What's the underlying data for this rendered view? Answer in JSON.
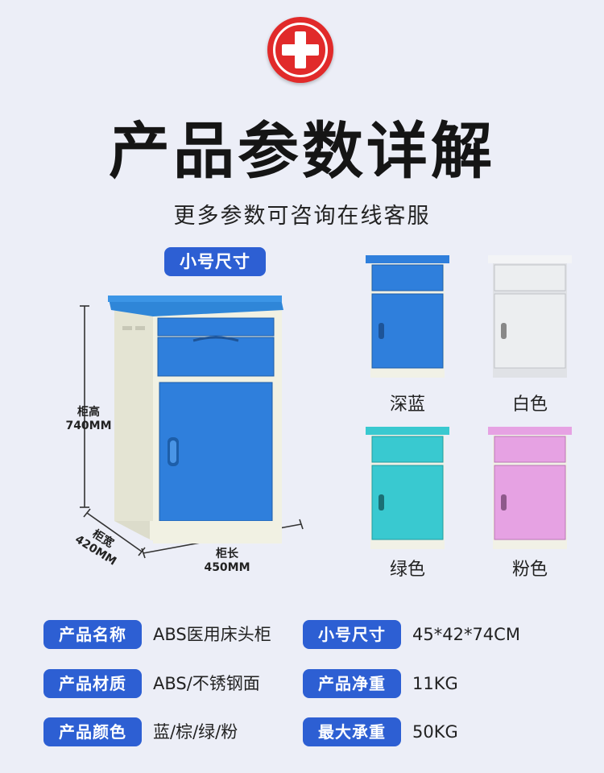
{
  "header": {
    "title": "产品参数详解",
    "subtitle": "更多参数可咨询在线客服",
    "icon": "medical-cross-icon",
    "accent": "#e12a2a"
  },
  "size_label": "小号尺寸",
  "dimensions": {
    "height_label": "柜高",
    "height_value": "740MM",
    "width_label": "柜宽",
    "width_value": "420MM",
    "length_label": "柜长",
    "length_value": "450MM"
  },
  "colors": [
    {
      "label": "深蓝",
      "hex": "#2f7fdc"
    },
    {
      "label": "白色",
      "hex": "#e8eaee"
    },
    {
      "label": "绿色",
      "hex": "#39c9d0"
    },
    {
      "label": "粉色",
      "hex": "#e6a2e3"
    }
  ],
  "specs": [
    {
      "label": "产品名称",
      "value": "ABS医用床头柜"
    },
    {
      "label": "小号尺寸",
      "value": "45*42*74CM"
    },
    {
      "label": "产品材质",
      "value": "ABS/不锈钢面"
    },
    {
      "label": "产品净重",
      "value": "11KG"
    },
    {
      "label": "产品颜色",
      "value": "蓝/棕/绿/粉"
    },
    {
      "label": "最大承重",
      "value": "50KG"
    }
  ],
  "theme": {
    "pill": "#2d5fd3",
    "background": "#eceef7",
    "cabinet_body": "#f1f1e3"
  }
}
